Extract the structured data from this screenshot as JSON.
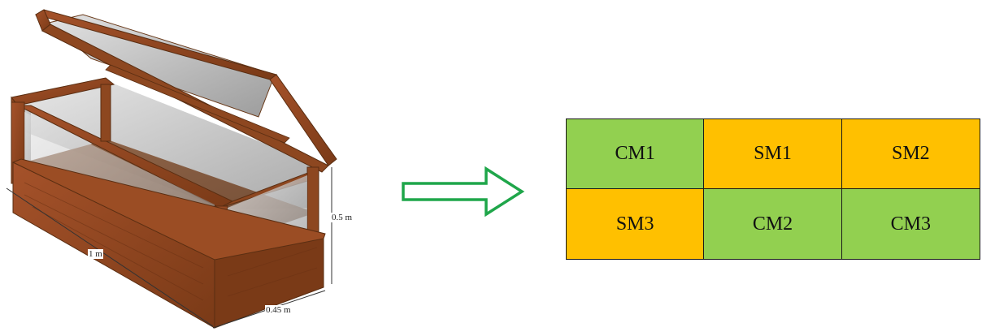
{
  "cold_frame": {
    "length_label": "1 m",
    "width_label": "0.45 m",
    "height_label": "0.5 m"
  },
  "arrow": {
    "color": "#1fa64a",
    "icon": "hollow-right-arrow"
  },
  "layout_grid": {
    "colors": {
      "green": "#92d050",
      "orange": "#ffc000"
    },
    "rows": [
      [
        {
          "label": "CM1",
          "color": "green"
        },
        {
          "label": "SM1",
          "color": "orange"
        },
        {
          "label": "SM2",
          "color": "orange"
        }
      ],
      [
        {
          "label": "SM3",
          "color": "orange"
        },
        {
          "label": "CM2",
          "color": "green"
        },
        {
          "label": "CM3",
          "color": "green"
        }
      ]
    ]
  }
}
